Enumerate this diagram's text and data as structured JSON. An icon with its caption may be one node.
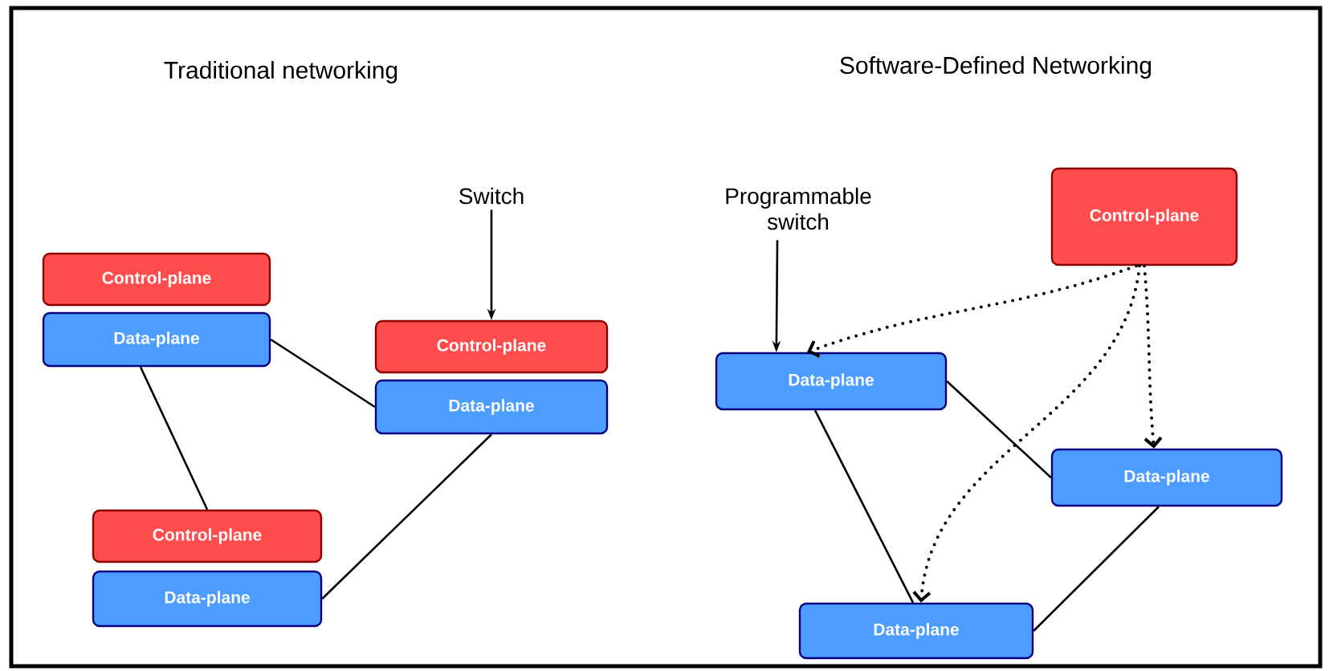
{
  "diagram": {
    "nodes": [
      {
        "text": [
          "Control-plane"
        ]
      },
      {
        "text": [
          "Data-plane"
        ]
      },
      {
        "text": [
          "Switch"
        ]
      },
      {
        "text": [
          "Control-plane"
        ]
      },
      {
        "text": [
          "Data-plane"
        ]
      },
      {
        "text": [
          "Control-plane"
        ]
      },
      {
        "text": [
          "Data-plane"
        ]
      },
      {
        "text": [
          "Programmable switch"
        ]
      },
      {
        "text": [
          "Control-plane"
        ]
      },
      {
        "text": [
          "Data-plane"
        ]
      },
      {
        "text": [
          "Data-plane"
        ]
      },
      {
        "text": [
          "Data-plane"
        ]
      }
    ],
    "edges": [
      {
        "from": 1,
        "to": 4,
        "arrow": "none"
      },
      {
        "from": 1,
        "to": 5,
        "arrow": "none"
      },
      {
        "from": 4,
        "to": 6,
        "arrow": "none"
      },
      {
        "from": 2,
        "to": 3,
        "arrow": "to"
      },
      {
        "from": 7,
        "to": 9,
        "arrow": "to"
      },
      {
        "from": 8,
        "to": 9,
        "arrow": "to",
        "style": "dashed"
      },
      {
        "from": 8,
        "to": 10,
        "arrow": "to",
        "style": "dashed"
      },
      {
        "from": 8,
        "to": 11,
        "arrow": "to",
        "style": "dashed"
      },
      {
        "from": 9,
        "to": 10,
        "arrow": "none"
      },
      {
        "from": 9,
        "to": 11,
        "arrow": "none"
      },
      {
        "from": 10,
        "to": 11,
        "arrow": "none"
      }
    ],
    "labels": [
      "Traditional networking",
      "Software-Defined Networking"
    ]
  }
}
